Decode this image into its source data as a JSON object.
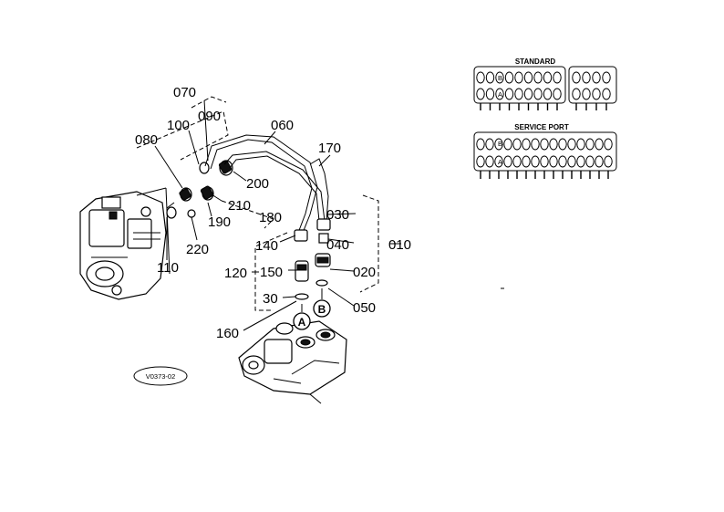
{
  "callouts": {
    "c070": "070",
    "c100": "100",
    "c090": "090",
    "c080": "080",
    "c060": "060",
    "c170": "170",
    "c200": "200",
    "c210": "210",
    "c190": "190",
    "c180": "180",
    "c220": "220",
    "c110": "110",
    "c030": "030",
    "c040": "040",
    "c010": "010",
    "c140": "140",
    "c120": "120",
    "c150": "150",
    "c020": "020",
    "c30": "30",
    "c050": "050",
    "c160": "160"
  },
  "port_labels": {
    "a": "A",
    "b": "B"
  },
  "reference_code": "V0373-02",
  "panels": {
    "standard": {
      "title": "STANDARD",
      "row_labels": [
        "B",
        "A"
      ]
    },
    "service_port": {
      "title": "SERVICE PORT",
      "row_labels": [
        "B",
        "A"
      ]
    }
  }
}
